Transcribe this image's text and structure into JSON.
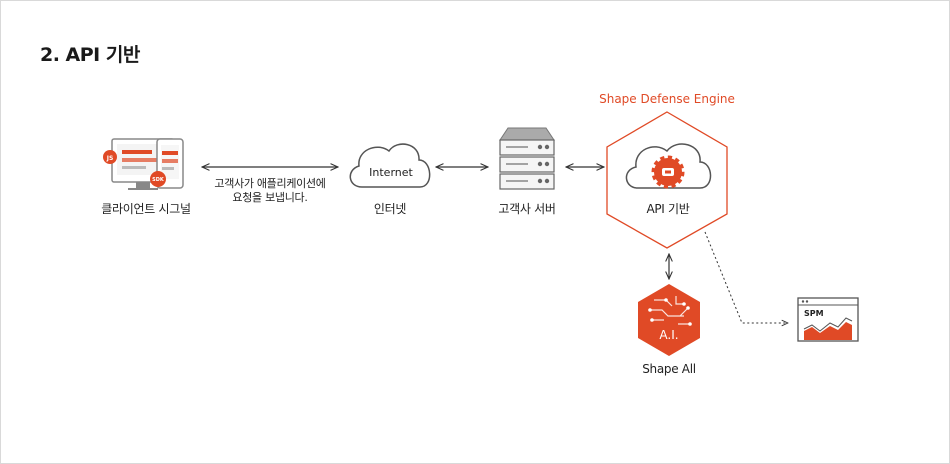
{
  "page_title": "2. API 기반",
  "engine": {
    "title": "Shape Defense Engine",
    "label": "API 기반"
  },
  "nodes": {
    "client": {
      "label": "클라이언트 시그널",
      "badge_js": "JS",
      "badge_sdk": "SDK"
    },
    "internet": {
      "label": "인터넷",
      "cloud_text": "Internet"
    },
    "server": {
      "label": "고객사 서버"
    },
    "ai": {
      "label": "Shape All",
      "chip_text": "A.I."
    },
    "spm": {
      "text": "SPM"
    }
  },
  "edges": {
    "client_internet": {
      "line1": "고객사가 애플리케이션에",
      "line2": "요청을 보냅니다."
    }
  },
  "colors": {
    "accent": "#e04a26",
    "line": "#333333",
    "muted": "#999999"
  }
}
